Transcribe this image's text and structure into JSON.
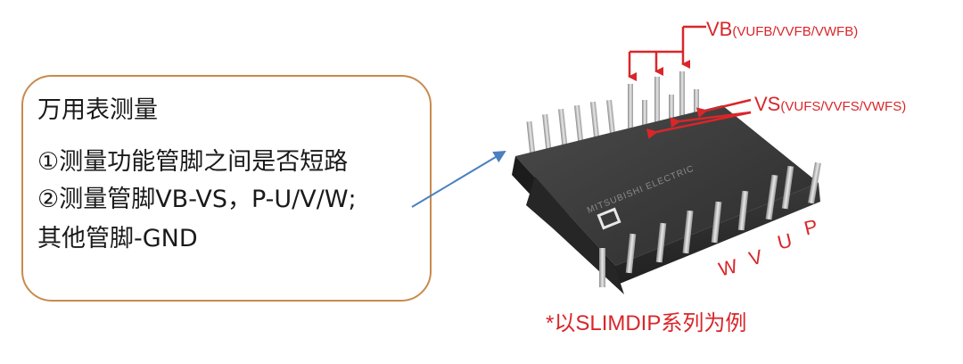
{
  "note": {
    "title": "万用表测量",
    "line1": "①测量功能管脚之间是否短路",
    "line2": "②测量管脚VB-VS，P-U/V/W;",
    "line3": "其他管脚-GND"
  },
  "labels": {
    "vb_main": "VB",
    "vb_sub": "(VUFB/VVFB/VWFB)",
    "vs_main": "VS",
    "vs_sub": "(VUFS/VVFS/VWFS)",
    "pins": [
      "W",
      "V",
      "U",
      "P"
    ],
    "package_text": "MITSUBISHI ELECTRIC",
    "footnote": "*以SLIMDIP系列为例"
  },
  "colors": {
    "accent_red": "#d9262a",
    "box_border": "#c98a4e",
    "arrow_blue": "#4a7fc1",
    "module_body": "#2b2b2b"
  }
}
